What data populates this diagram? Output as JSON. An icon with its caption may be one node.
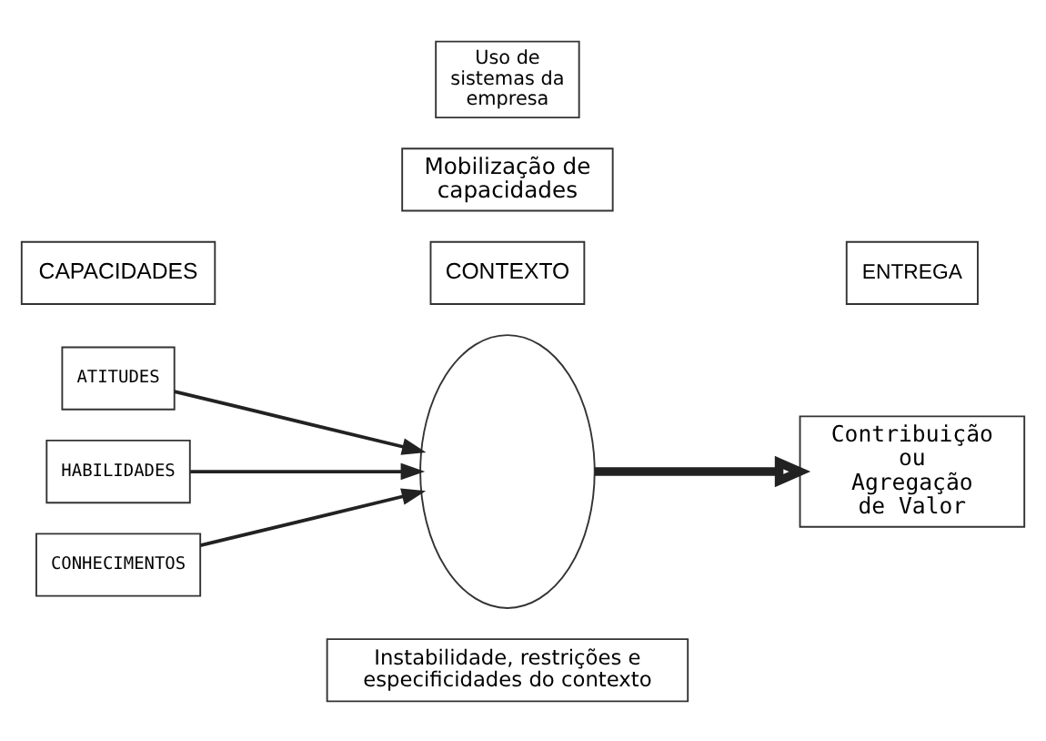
{
  "diagram": {
    "nodes": [
      {
        "text": [
          "Uso de sistemas da empresa"
        ]
      },
      {
        "text": [],
        "shape": "ellipse"
      },
      {
        "text": [
          "CONHECIMENTOS"
        ]
      },
      {
        "text": [
          "Mobilização de capacidades"
        ]
      },
      {
        "text": [
          "Contribuição ou Agregação de Valor"
        ]
      },
      {
        "text": [
          "HABILIDADES"
        ]
      },
      {
        "text": [
          "ATITUDES"
        ]
      },
      {
        "text": [
          "Instabilidade, restrições e especificidades do contexto"
        ]
      },
      {
        "text": [
          "CAPACIDADES"
        ]
      },
      {
        "text": [
          "CONTEXTO"
        ]
      },
      {
        "text": [
          "ENTREGA"
        ]
      }
    ],
    "edges": [
      {
        "from": 2,
        "to": 1,
        "arrow": "to"
      },
      {
        "from": 5,
        "to": 1,
        "arrow": "to"
      },
      {
        "from": 6,
        "to": 1,
        "arrow": "to"
      },
      {
        "from": 1,
        "to": 4,
        "arrow": "to",
        "style": "thick"
      }
    ]
  }
}
